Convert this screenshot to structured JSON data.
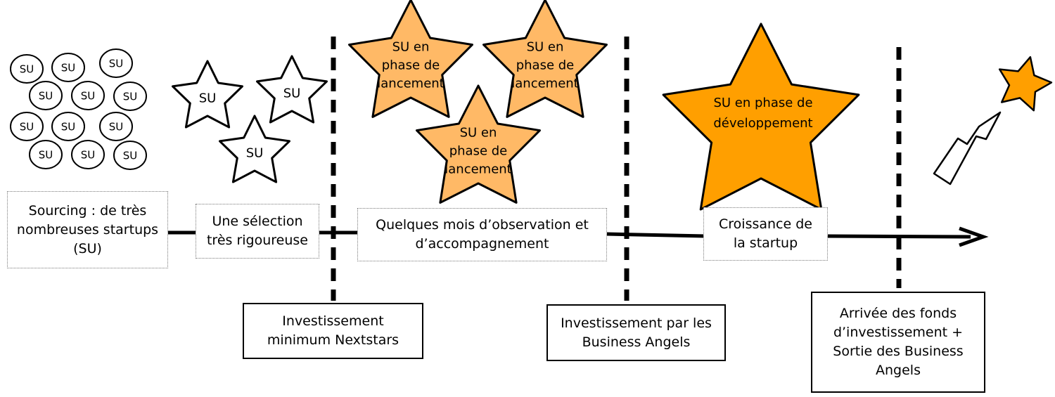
{
  "diagram": {
    "circle_label": "SU",
    "white_star_label": "SU",
    "launch_star_label": "SU en\nphase de\nlancement",
    "dev_star_label": "SU en phase de\ndéveloppement",
    "stages": {
      "sourcing": "Sourcing : de très\nnombreuses startups\n(SU)",
      "selection": "Une sélection\ntrès rigoureuse",
      "observation": "Quelques mois d’observation et\nd’accompagnement",
      "growth": "Croissance de\nla startup"
    },
    "milestones": {
      "nextstars": "Investissement\nminimum Nextstars",
      "business_angels": "Investissement par les\nBusiness Angels",
      "funds": "Arrivée des fonds\nd’investissement +\nSortie des Business\nAngels"
    },
    "colors": {
      "star_fill": "#FFB966",
      "dev_star_fill": "#FF9F00",
      "comet_fill": "#FF9F00",
      "line": "#000000"
    },
    "icons": [
      "circle-icon",
      "star-icon",
      "comet-icon",
      "arrow-icon"
    ]
  }
}
